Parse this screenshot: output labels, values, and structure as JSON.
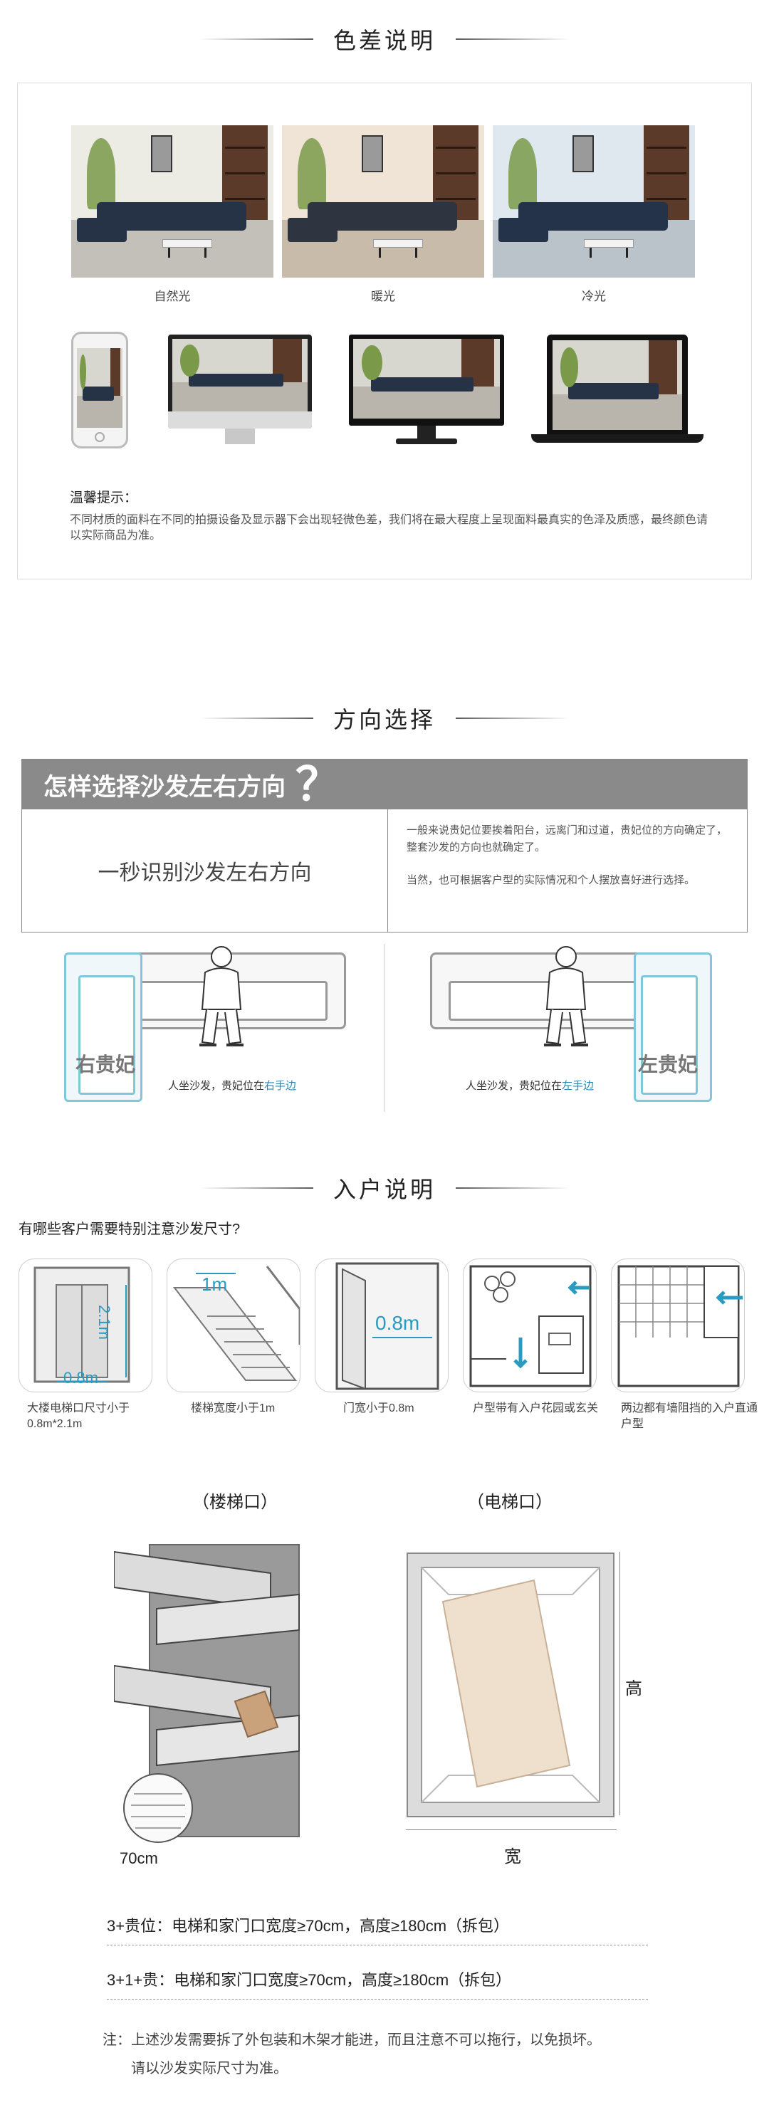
{
  "sections": {
    "color": {
      "title": "色差说明"
    },
    "direction": {
      "title": "方向选择"
    },
    "entry": {
      "title": "入户说明"
    }
  },
  "color": {
    "rooms": [
      {
        "label": "自然光",
        "wall": "#ecebe4",
        "floor": "#c2c0b8"
      },
      {
        "label": "暖光",
        "wall": "#efe4d6",
        "floor": "#c8bba9"
      },
      {
        "label": "冷光",
        "wall": "#dfe8ee",
        "floor": "#b9c3c9"
      }
    ],
    "devices": [
      "phone",
      "imac",
      "monitor",
      "laptop"
    ],
    "tip_title": "温馨提示：",
    "tip_text": "不同材质的面料在不同的拍摄设备及显示器下会出现轻微色差，我们将在最大程度上呈现面料最真实的色泽及质感，最终颜色请以实际商品为准。"
  },
  "direction": {
    "heading": "怎样选择沙发左右方向",
    "qmark": "？",
    "left_text": "一秒识别沙发左右方向",
    "right_p1": "一般来说贵妃位要挨着阳台，远离门和过道，贵妃位的方向确定了，整套沙发的方向也就确定了。",
    "right_p2": "当然，也可根据客户型的实际情况和个人摆放喜好进行选择。",
    "diagrams": [
      {
        "noble": "右贵妃",
        "cap_pre": "人坐沙发，贵妃位在",
        "cap_hl": "右手边"
      },
      {
        "noble": "左贵妃",
        "cap_pre": "人坐沙发，贵妃位在",
        "cap_hl": "左手边"
      }
    ]
  },
  "entry": {
    "question": "有哪些客户需要特别注意沙发尺寸?",
    "cards": [
      {
        "label": "大楼电梯口尺寸小于0.8m*2.1m",
        "m1": "2.1m",
        "m2": "0.8m"
      },
      {
        "label": "楼梯宽度小于1m",
        "m1": "1m"
      },
      {
        "label": "门宽小于0.8m",
        "m1": "0.8m"
      },
      {
        "label": "户型带有入户花园或玄关"
      },
      {
        "label": "两边都有墙阻挡的入户直通户型"
      }
    ],
    "stair_title": "（楼梯口）",
    "elev_title": "（电梯口）",
    "stair_measure": "70cm",
    "elev_height": "高",
    "elev_width": "宽",
    "spec1": "3+贵位：电梯和家门口宽度≥70cm，高度≥180cm（拆包）",
    "spec2": "3+1+贵：电梯和家门口宽度≥70cm，高度≥180cm（拆包）",
    "note_line1": "注：上述沙发需要拆了外包装和木架才能进，而且注意不可以拖行，以免损坏。",
    "note_line2": "请以沙发实际尺寸为准。",
    "accent": "#2a9bc0"
  }
}
